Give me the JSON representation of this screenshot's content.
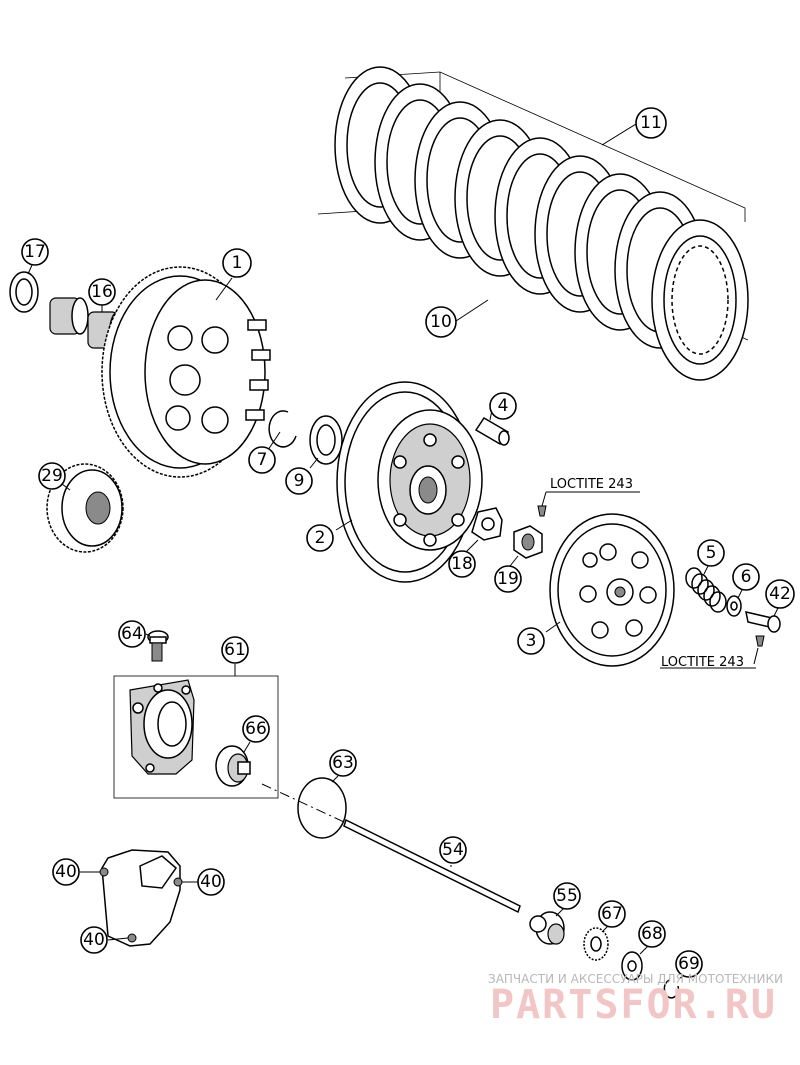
{
  "diagram": {
    "callouts": {
      "p1": "1",
      "p2": "2",
      "p3": "3",
      "p4": "4",
      "p5": "5",
      "p6": "6",
      "p7": "7",
      "p9": "9",
      "p10": "10",
      "p11": "11",
      "p16": "16",
      "p17": "17",
      "p18": "18",
      "p19": "19",
      "p29": "29",
      "p40a": "40",
      "p40b": "40",
      "p40c": "40",
      "p42": "42",
      "p54": "54",
      "p55": "55",
      "p61": "61",
      "p63": "63",
      "p64": "64",
      "p66": "66",
      "p67": "67",
      "p68": "68",
      "p69": "69"
    },
    "notes": {
      "loctite_top": "LOCTITE 243",
      "loctite_bottom": "LOCTITE 243"
    }
  },
  "watermark": {
    "subtitle": "ЗАПЧАСТИ И АКСЕССУАРЫ ДЛЯ МОТОТЕХНИКИ",
    "brand": "PARTSFOR.RU"
  }
}
